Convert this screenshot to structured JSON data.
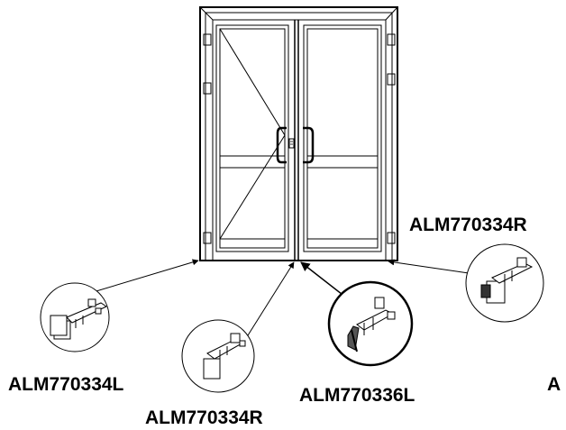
{
  "diagram": {
    "labels": {
      "bottom_left": "ALM770334L",
      "bottom_center": "ALM770334R",
      "center": "ALM770336L",
      "top_right": "ALM770334R",
      "right_cut": "A"
    }
  },
  "colors": {
    "ink": "#000000",
    "background": "#ffffff"
  }
}
